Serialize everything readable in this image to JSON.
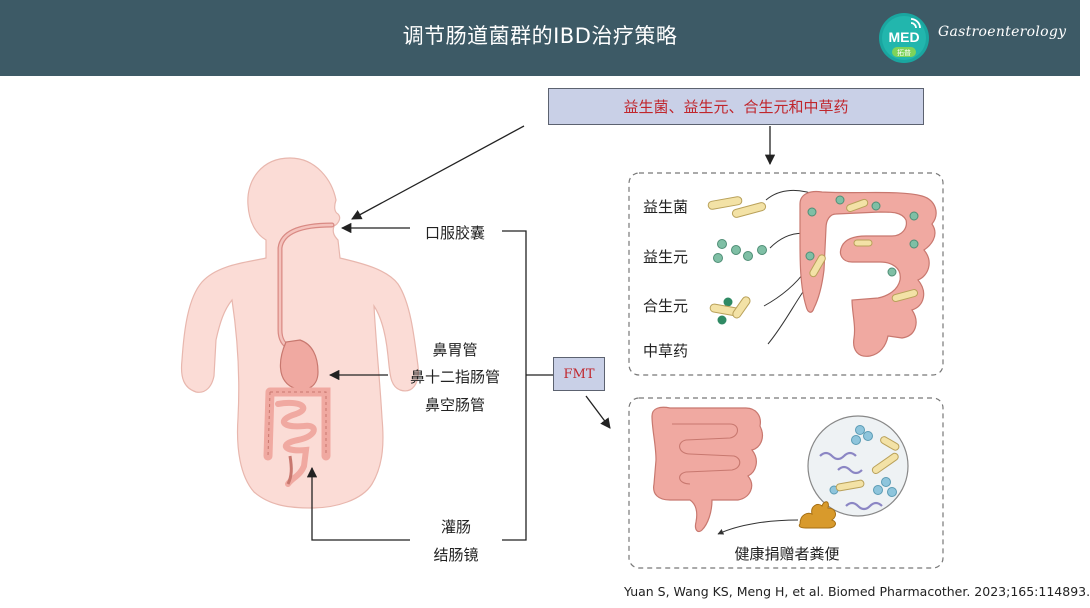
{
  "header": {
    "title": "调节肠道菌群的IBD治疗策略",
    "logo_text": "MED",
    "logo_subtext": "拓普",
    "brand": "Gastroenterology"
  },
  "therapies_box": "益生菌、益生元、合生元和中草药",
  "routes": {
    "oral": "口服胶囊",
    "tube_1": "鼻胃管",
    "tube_2": "鼻十二指肠管",
    "tube_3": "鼻空肠管",
    "lower_1": "灌肠",
    "lower_2": "结肠镜"
  },
  "fmt_label": "FMT",
  "therapy_items": [
    "益生菌",
    "益生元",
    "合生元",
    "中草药"
  ],
  "donor_label": "健康捐赠者粪便",
  "citation": "Yuan S, Wang KS, Meng H, et al. Biomed Pharmacother. 2023;165:114893.",
  "colors": {
    "header_bg": "#3d5a66",
    "box_fill": "#c9d0e7",
    "box_text": "#c0262d",
    "body_fill": "#fbdcd6",
    "intestine_fill": "#f0a9a1",
    "bacteria_yellow": "#f3e2a6",
    "bacteria_green": "#7fbfa5",
    "bacteria_blue": "#8ec5dc",
    "stool": "#d89a2c"
  }
}
